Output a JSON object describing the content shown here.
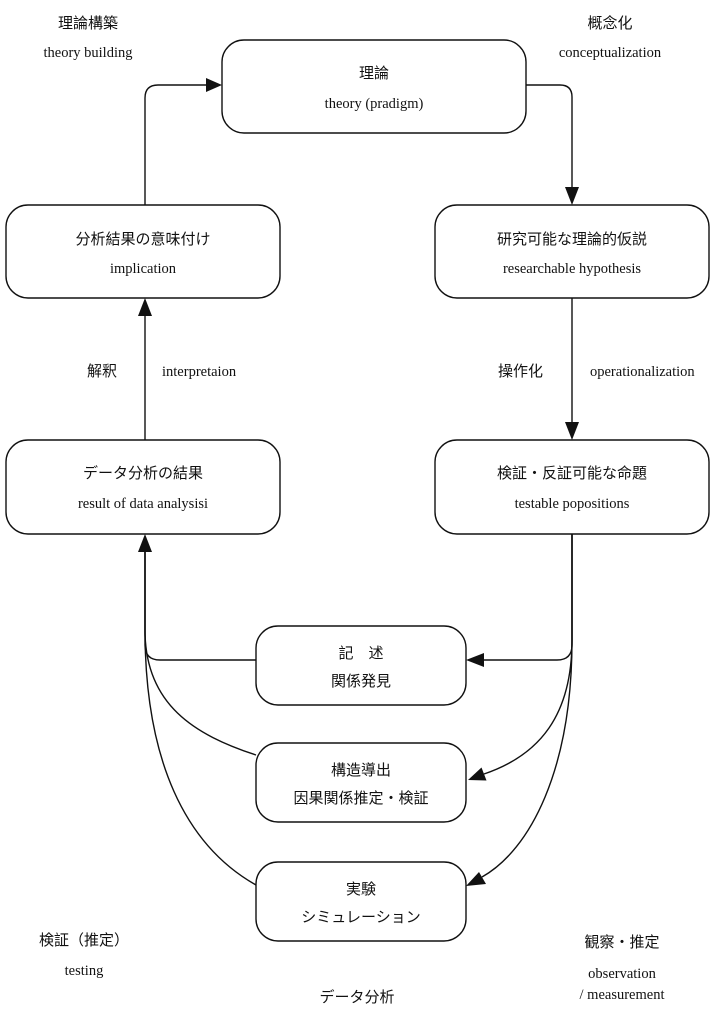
{
  "corners": {
    "top_left": {
      "jp": "理論構築",
      "en": "theory building"
    },
    "top_right": {
      "jp": "概念化",
      "en": "conceptualization"
    },
    "bottom_left": {
      "jp": "検証（推定）",
      "en": "testing"
    },
    "bottom_right": {
      "jp": "観察・推定",
      "en1": "observation",
      "en2": "/ measurement"
    },
    "bottom_center": {
      "jp": "データ分析"
    }
  },
  "boxes": {
    "theory": {
      "jp": "理論",
      "en": "theory (pradigm)"
    },
    "implication": {
      "jp": "分析結果の意味付け",
      "en": "implication"
    },
    "hypothesis": {
      "jp": "研究可能な理論的仮説",
      "en": "researchable hypothesis"
    },
    "result": {
      "jp": "データ分析の結果",
      "en": "result of data analysisi"
    },
    "propositions": {
      "jp": "検証・反証可能な命題",
      "en": "testable popositions"
    },
    "description": {
      "line1": "記　述",
      "line2": "関係発見"
    },
    "structure": {
      "line1": "構造導出",
      "line2": "因果関係推定・検証"
    },
    "experiment": {
      "line1": "実験",
      "line2": "シミュレーション"
    }
  },
  "edge_labels": {
    "interpretation": {
      "jp": "解釈",
      "en": "interpretaion"
    },
    "operationalization": {
      "jp": "操作化",
      "en": "operationalization"
    }
  }
}
